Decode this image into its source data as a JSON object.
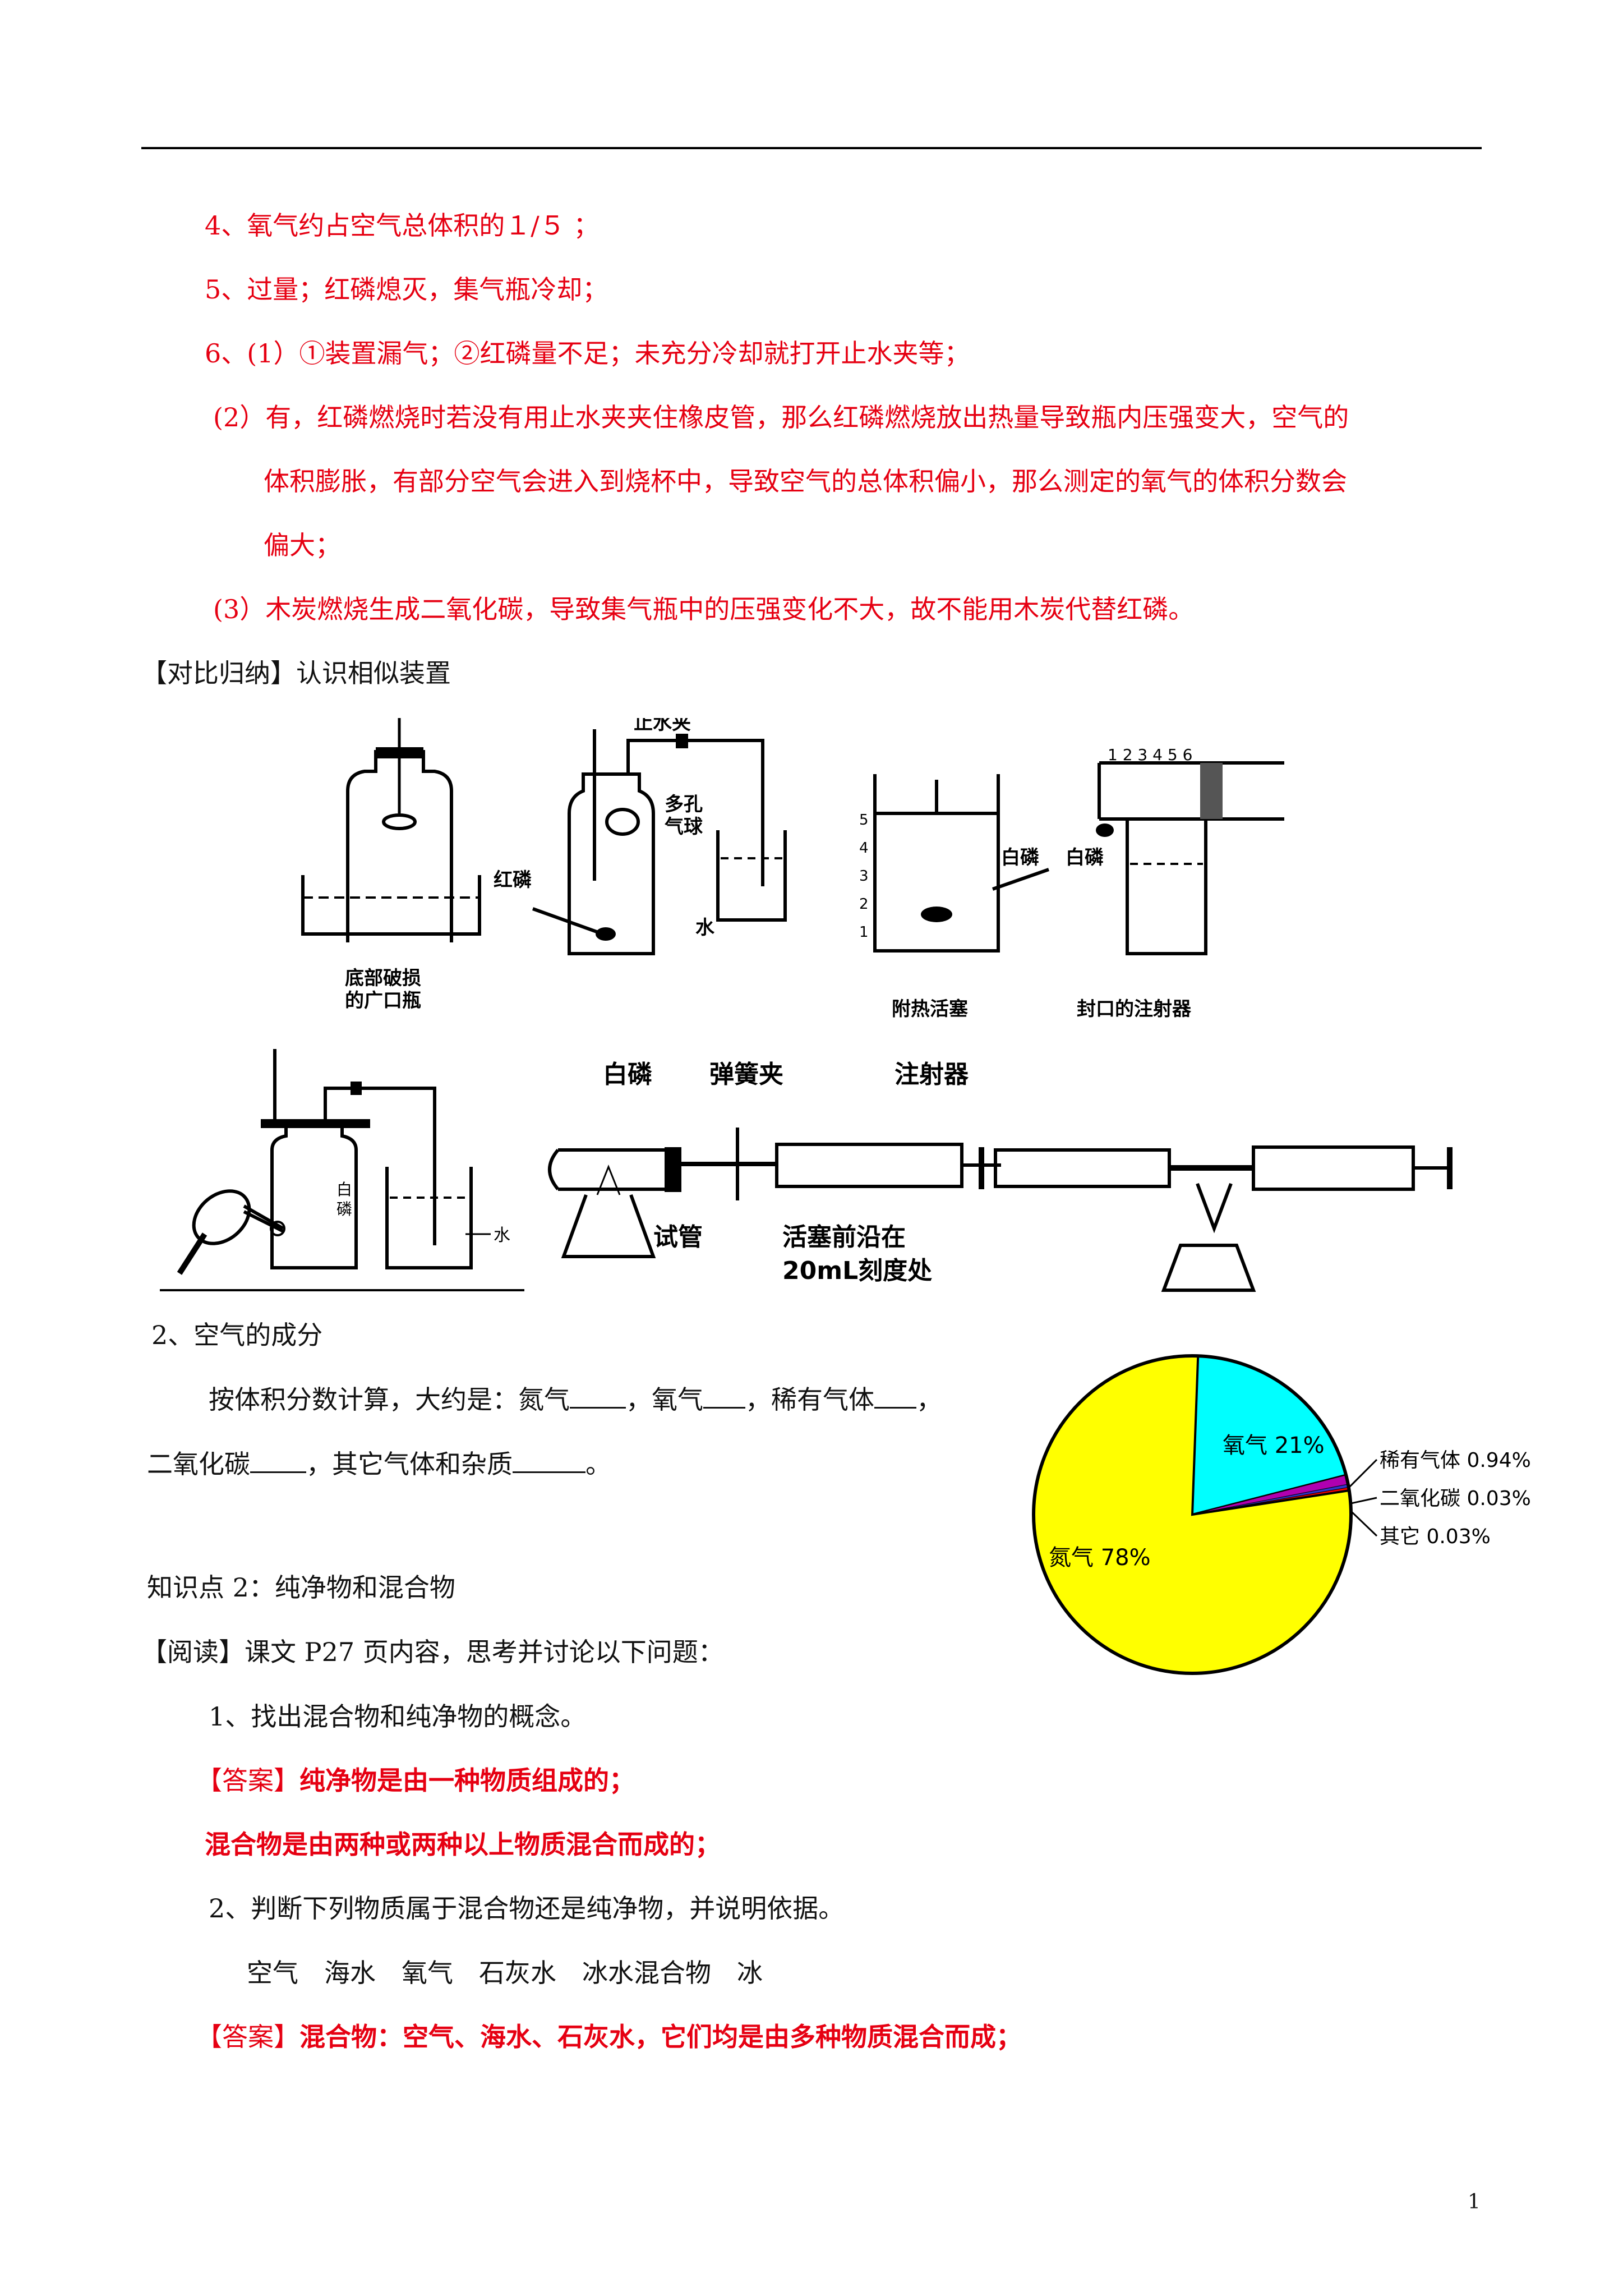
{
  "answers": {
    "a4": "4、氧气约占空气总体积的１/５ ；",
    "a5": "5、过量；红磷熄灭，集气瓶冷却；",
    "a6_1": "6、(1）①装置漏气；②红磷量不足；未充分冷却就打开止水夹等；",
    "a6_2_l1": "(2）有，红磷燃烧时若没有用止水夹夹住橡皮管，那么红磷燃烧放出热量导致瓶内压强变大，空气的",
    "a6_2_l2": "体积膨胀，有部分空气会进入到烧杯中，导致空气的总体积偏小，那么测定的氧气的体积分数会",
    "a6_2_l3": "偏大；",
    "a6_3": "(3）木炭燃烧生成二氧化碳，导致集气瓶中的压强变化不大，故不能用木炭代替红磷。"
  },
  "compare": {
    "title": "【对比归纳】认识相似装置"
  },
  "figures": {
    "f1_caption_l1": "底部破损",
    "f1_caption_l2": "的广口瓶",
    "f2_clamp": "止水夹",
    "f2_ball_l1": "多孔",
    "f2_ball_l2": "气球",
    "f2_red": "红磷",
    "f2_water": "水",
    "f3_white": "白磷",
    "f3_caption": "附热活塞",
    "f3_scale": [
      "5",
      "4",
      "3",
      "2",
      "1"
    ],
    "f4_white": "白磷",
    "f4_caption": "封口的注射器",
    "f4_scale": "1 2 3 4 5 6",
    "f5_white_l1": "白",
    "f5_white_l2": "磷",
    "f5_water": "水",
    "f6_white": "白磷",
    "f6_clip": "弹簧夹",
    "f6_syringe": "注射器",
    "f6_tube": "试管",
    "f6_mark_l1": "活塞前沿在",
    "f6_mark_l2": "20mL刻度处"
  },
  "air": {
    "heading": "2、空气的成分",
    "q_l1_a": "按体积分数计算，大约是：氮气",
    "q_l1_b": "，氧气",
    "q_l1_c": "，稀有气体",
    "q_l1_d": "，",
    "q_l2_a": "二氧化碳",
    "q_l2_b": "，其它气体和杂质",
    "q_l2_c": "。"
  },
  "chart_data": {
    "type": "pie",
    "slices": [
      {
        "label": "氮气 78%",
        "value": 78,
        "color": "#ffff00"
      },
      {
        "label": "氧气 21%",
        "value": 21,
        "color": "#00ffff"
      },
      {
        "label": "稀有气体 0.94%",
        "value": 0.94,
        "color": "#b000b0"
      },
      {
        "label": "二氧化碳 0.03%",
        "value": 0.03,
        "color": "#3333cc"
      },
      {
        "label": "其它 0.03%",
        "value": 0.03,
        "color": "#ff0000"
      }
    ],
    "start_angle_deg": 0
  },
  "kp2": {
    "heading": "知识点 2：纯净物和混合物",
    "read": "【阅读】课文 P27 页内容，思考并讨论以下问题：",
    "q1": "1、找出混合物和纯净物的概念。",
    "ans1_tag": "【答案】",
    "ans1_a": "纯净物是由一种物质组成的；",
    "ans1_b": "混合物是由两种或两种以上物质混合而成的；",
    "q2": "2、判断下列物质属于混合物还是纯净物，并说明依据。",
    "items": "空气　海水　氧气　石灰水　冰水混合物　冰",
    "ans2_tag": "【答案】",
    "ans2": "混合物：空气、海水、石灰水，它们均是由多种物质混合而成；"
  },
  "page_number": "1"
}
